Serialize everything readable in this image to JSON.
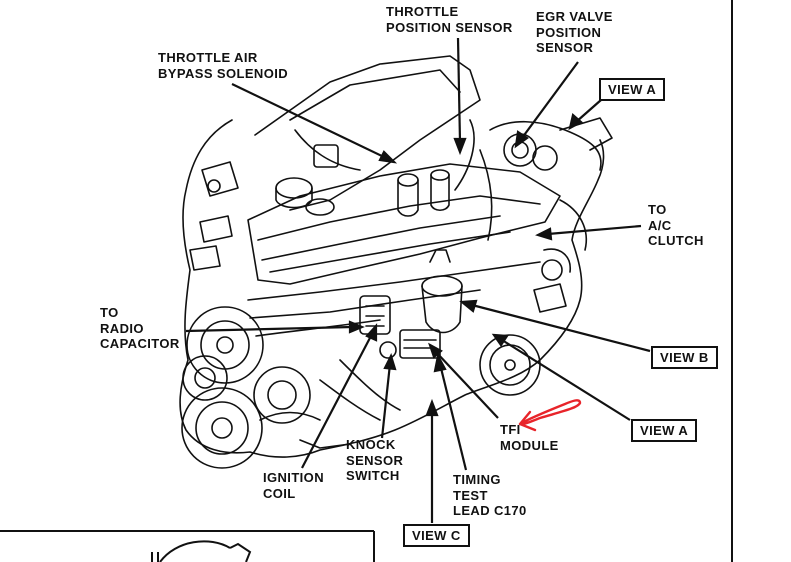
{
  "labels": {
    "throttle_position_sensor": [
      "THROTTLE",
      "POSITION SENSOR"
    ],
    "egr_valve_position_sensor": [
      "EGR VALVE",
      "POSITION",
      "SENSOR"
    ],
    "throttle_air_bypass_solenoid": [
      "THROTTLE AIR",
      "BYPASS SOLENOID"
    ],
    "to_ac_clutch": [
      "TO",
      "A/C",
      "CLUTCH"
    ],
    "to_radio_capacitor": [
      "TO",
      "RADIO",
      "CAPACITOR"
    ],
    "tfi_module": [
      "TFI",
      "MODULE"
    ],
    "ignition_coil": [
      "IGNITION",
      "COIL"
    ],
    "knock_sensor_switch": [
      "KNOCK",
      "SENSOR",
      "SWITCH"
    ],
    "timing_test_lead": [
      "TIMING",
      "TEST",
      "LEAD C170"
    ]
  },
  "views": {
    "view_a_top": "VIEW A",
    "view_b": "VIEW B",
    "view_a_bottom": "VIEW A",
    "view_c": "VIEW C"
  },
  "colors": {
    "ink": "#111111",
    "annotation_mark": "#e8242a"
  }
}
